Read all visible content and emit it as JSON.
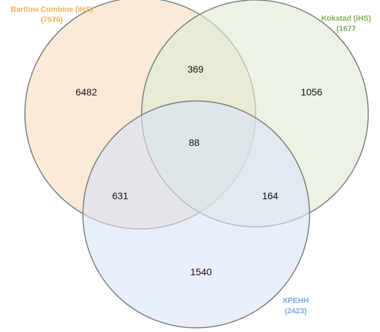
{
  "sets": [
    {
      "id": "A",
      "name": "Bartlow Combine  (iHS)",
      "count": "(7570)",
      "fill": "#f8dcbe",
      "label_color": "#f2b05e"
    },
    {
      "id": "B",
      "name": "Kokstad (iHS)",
      "count": "(1677",
      "fill": "#deedd2",
      "label_color": "#7ab558"
    },
    {
      "id": "C",
      "name": "XPEHH",
      "count": "(2423)",
      "fill": "#d9e3f6",
      "label_color": "#7ea7e6"
    }
  ],
  "stroke_color": "#7a7a7a",
  "regions": {
    "A_only": "6482",
    "B_only": "1056",
    "C_only": "1540",
    "AB_only": "369",
    "AC_only": "631",
    "BC_only": "164",
    "ABC": "88"
  }
}
